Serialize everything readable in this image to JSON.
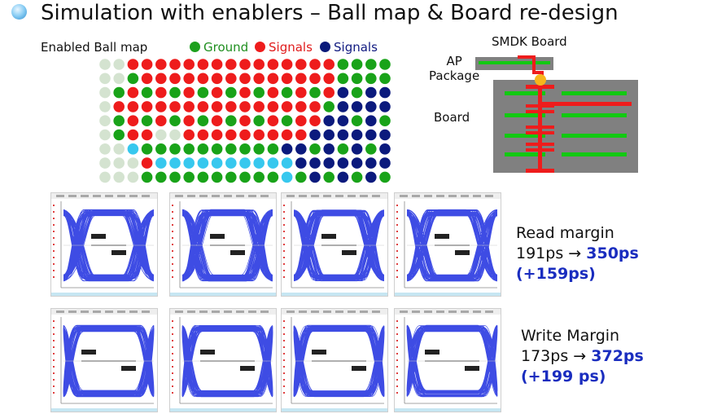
{
  "title": "Simulation with enablers – Ball map & Board re-design",
  "ballmap": {
    "caption": "Enabled Ball map",
    "legend": [
      {
        "label": "Ground",
        "color": "#1ea01e"
      },
      {
        "label": "Signals",
        "color": "#ee1c1c"
      },
      {
        "label": "Signals",
        "color": "#0a1a7a"
      }
    ],
    "colors": {
      "g": "#19a319",
      "r": "#ee1c1c",
      "b": "#0b1a7d",
      "c": "#37c8ee",
      "l": "#d4e3d0"
    },
    "rows": [
      "llrrrrrrrrrrrrrrrgggg",
      "llgrrrrrrrrrrrrrrgggg",
      "lgrgrgrgrgrgrgrgrbgbb",
      "lrrrrrrrrrrrrrrrgbbbb",
      "lgrgrgrgrgrgrgrrbbgbg",
      "lgrrllrrrrrrrrrbbbbbb",
      "llcggggggggggbbgbgbgb",
      "lllrccccccccccbbbbbbb",
      "lllggggggggggcgbgbgbg"
    ]
  },
  "board": {
    "title": "SMDK Board",
    "package_label": "AP\nPackage",
    "board_label": "Board"
  },
  "eye_rows": [
    {
      "heading": "Read margin",
      "before": "191ps",
      "arrow": "→",
      "after": "350ps",
      "delta": "(+159ps)"
    },
    {
      "heading": "Write Margin",
      "before": "173ps",
      "arrow": "→",
      "after": "372ps",
      "delta": "(+199 ps)"
    }
  ]
}
